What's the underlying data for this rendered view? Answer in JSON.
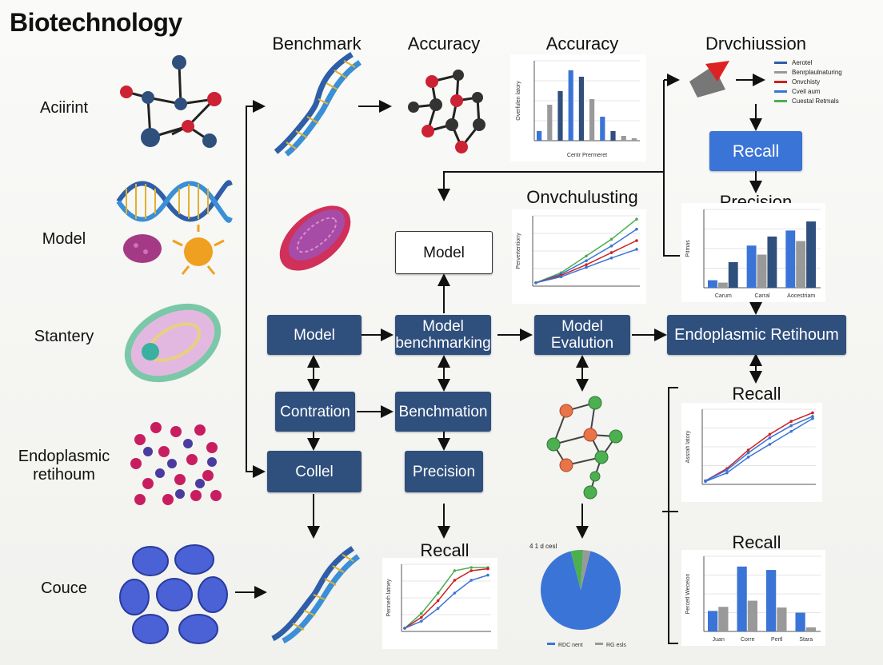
{
  "title": "Biotechnology",
  "left_labels": [
    "Aciirint",
    "Model",
    "Stantery",
    "Endoplasmic retihoum",
    "Couce"
  ],
  "headers": {
    "benchmark": "Benchmark",
    "accuracy1": "Accuracy",
    "accuracy2": "Accuracy",
    "drvchi": "Drvchiussion",
    "onvch": "Onvchulusting",
    "precision": "Precision",
    "recall_mid": "Recall",
    "recall_lower": "Recall",
    "recall_bottom_mid": "Recall"
  },
  "boxes": {
    "recall_top": "Recall",
    "model_white": "Model",
    "model": "Model",
    "model_bench": "Model benchmarking",
    "model_eval": "Model Evalution",
    "endo": "Endoplasmic Retihoum",
    "contration": "Contration",
    "benchmation": "Benchmation",
    "collel": "Collel",
    "precision": "Precision"
  },
  "legend_top": [
    "Aerotel",
    "Benrplaulnaturing",
    "Onvchisty",
    "Cveil aum",
    "Cuestal Retmals"
  ],
  "legend_colors": [
    "#2f5ea8",
    "#999999",
    "#cc2222",
    "#3a74d6",
    "#4caf50"
  ],
  "accuracy_chart": {
    "ylabel": "Overfulen latory",
    "xlabel": "Centr Prermeret",
    "values": [
      12,
      45,
      62,
      88,
      80,
      52,
      30,
      12,
      6,
      3
    ],
    "colors": [
      "#3a74d6",
      "#999999",
      "#2f4f7d",
      "#3a74d6",
      "#2f4f7d",
      "#999999",
      "#3a74d6",
      "#2f4f7d",
      "#999999",
      "#999999"
    ]
  },
  "onvch_chart": {
    "ylabel": "Pervertentiony",
    "series": [
      {
        "color": "#4caf50",
        "values": [
          5,
          20,
          45,
          70,
          100
        ]
      },
      {
        "color": "#3a74d6",
        "values": [
          5,
          18,
          38,
          60,
          85
        ]
      },
      {
        "color": "#cc2222",
        "values": [
          5,
          16,
          32,
          50,
          68
        ]
      },
      {
        "color": "#3a74d6",
        "values": [
          5,
          14,
          28,
          42,
          55
        ]
      }
    ]
  },
  "precision_chart": {
    "ylabel": "Pitmas",
    "categories": [
      "Carum",
      "Carral",
      "Aocestriam"
    ],
    "series": [
      {
        "color": "#3a74d6",
        "values": [
          25,
          140,
          190
        ]
      },
      {
        "color": "#999999",
        "values": [
          17,
          110,
          155
        ]
      },
      {
        "color": "#2f4f7d",
        "values": [
          85,
          170,
          220
        ]
      }
    ],
    "ylim": [
      0,
      260
    ]
  },
  "recall_line_chart": {
    "ylabel": "Assrah latory",
    "series": [
      {
        "color": "#cc2222",
        "values": [
          5,
          22,
          48,
          70,
          88,
          100
        ]
      },
      {
        "color": "#3a74d6",
        "values": [
          5,
          20,
          44,
          65,
          82,
          95
        ]
      },
      {
        "color": "#3a74d6",
        "values": [
          4,
          16,
          38,
          56,
          74,
          92
        ]
      }
    ]
  },
  "recall_bar_chart": {
    "ylabel": "Percetl Weceion",
    "categories": [
      "Juan",
      "Corre",
      "Pertl",
      "Stara"
    ],
    "series": [
      {
        "color": "#3a74d6",
        "values": [
          60,
          190,
          180,
          55
        ]
      },
      {
        "color": "#999999",
        "values": [
          72,
          90,
          70,
          12
        ]
      }
    ],
    "ylim": [
      0,
      220
    ]
  },
  "recall_bottom_chart": {
    "ylabel": "Pennerh latney",
    "series": [
      {
        "color": "#4caf50",
        "values": [
          5,
          28,
          60,
          95,
          100,
          100
        ]
      },
      {
        "color": "#cc2222",
        "values": [
          5,
          22,
          48,
          80,
          95,
          98
        ]
      },
      {
        "color": "#3a74d6",
        "values": [
          5,
          16,
          36,
          60,
          80,
          88
        ]
      }
    ]
  },
  "pie": {
    "label": "4 1 d cesl",
    "slices": [
      {
        "color": "#3a74d6",
        "value": 92
      },
      {
        "color": "#4caf50",
        "value": 5
      },
      {
        "color": "#999999",
        "value": 3
      }
    ],
    "legend": [
      "RDC nent",
      "RG esls"
    ]
  }
}
